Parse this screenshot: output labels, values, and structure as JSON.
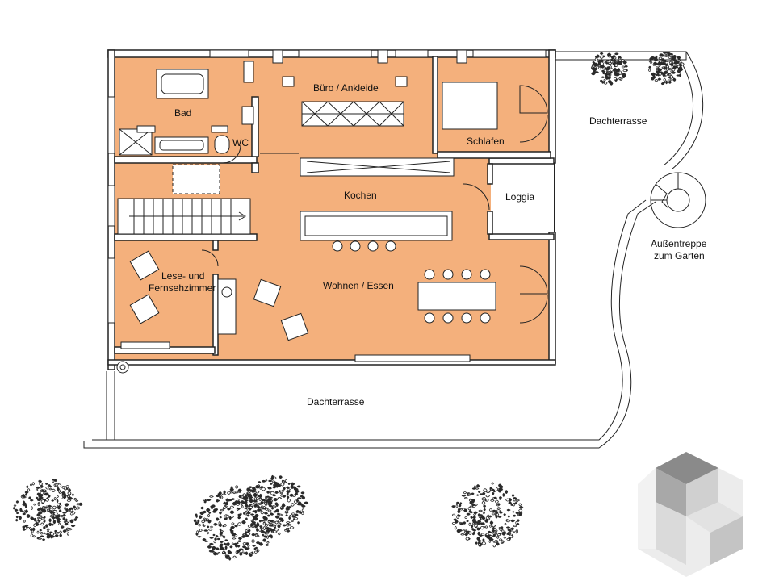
{
  "rooms": {
    "bad": "Bad",
    "buero": "Büro / Ankleide",
    "wc": "WC",
    "schlafen": "Schlafen",
    "kochen": "Kochen",
    "loggia": "Loggia",
    "lese_line1": "Lese- und",
    "lese_line2": "Fernsehzimmer",
    "wohnen": "Wohnen / Essen"
  },
  "outdoor": {
    "dachterrasse_top": "Dachterrasse",
    "dachterrasse_bottom": "Dachterrasse",
    "aussentreppe_line1": "Außentreppe",
    "aussentreppe_line2": "zum Garten"
  },
  "colors": {
    "floor": "#f4b07c",
    "wall": "#ffffff",
    "line": "#222222",
    "logo_dark": "#8a8a8a",
    "logo_light": "#dcdcdc"
  },
  "icons": {
    "logo": "cube-logo-icon",
    "tree": "tree-icon"
  }
}
